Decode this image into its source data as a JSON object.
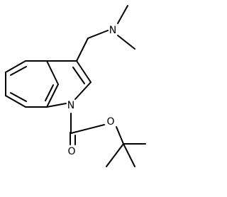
{
  "diagram": {
    "atoms": {
      "indole_n": "N",
      "amine_n": "N",
      "carbonyl_o": "O",
      "ester_o": "O"
    },
    "colors": {
      "line": "#000000",
      "background": "#ffffff"
    }
  }
}
